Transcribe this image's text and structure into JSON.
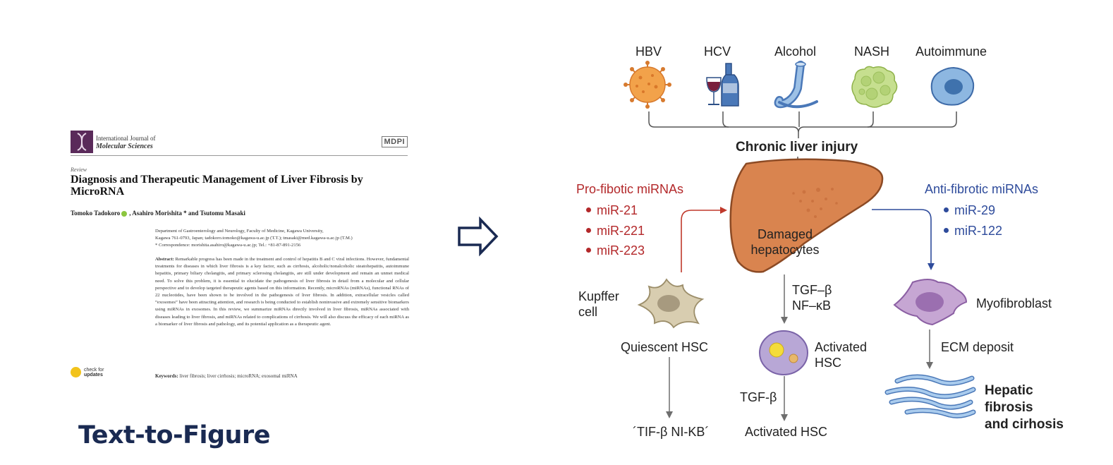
{
  "paper": {
    "journal_line1": "International Journal of",
    "journal_line2": "Molecular Sciences",
    "publisher": "MDPI",
    "article_type": "Review",
    "title": "Diagnosis and Therapeutic Management of Liver Fibrosis by MicroRNA",
    "authors_part1": "Tomoko Tadokoro",
    "authors_part2": ", Asahiro Morishita * and Tsutomu Masaki",
    "affiliation_line1": "Department of Gastroenterology and Neurology, Faculty of Medicine, Kagawa University,",
    "affiliation_line2": "Kagawa 761-0793, Japan; tadokoro.tomoko@kagawa-u.ac.jp (T.T.); tmasaki@med.kagawa-u.ac.jp (T.M.)",
    "affiliation_line3": "*  Correspondence: morishita.asahiro@kagawa-u.ac.jp; Tel.: +81-87-891-2156",
    "abstract_label": "Abstract:",
    "abstract_text": "Remarkable progress has been made in the treatment and control of hepatitis B and C viral infections. However, fundamental treatments for diseases in which liver fibrosis is a key factor, such as cirrhosis, alcoholic/nonalcoholic steatohepatitis, autoimmune hepatitis, primary biliary cholangitis, and primary sclerosing cholangitis, are still under development and remain an unmet medical need. To solve this problem, it is essential to elucidate the pathogenesis of liver fibrosis in detail from a molecular and cellular perspective and to develop targeted therapeutic agents based on this information. Recently, microRNAs (miRNAs), functional RNAs of 22 nucleotides, have been shown to be involved in the pathogenesis of liver fibrosis. In addition, extracellular vesicles called “exosomes” have been attracting attention, and research is being conducted to establish noninvasive and extremely sensitive biomarkers using miRNAs in exosomes.  In this review, we summarize miRNAs directly involved in liver fibrosis, miRNAs associated with diseases leading to liver fibrosis, and miRNAs related to complications of cirrhosis. We will also discuss the efficacy of each miRNA as a biomarker of liver fibrosis and pathology, and its potential application as a therapeutic agent.",
    "check_line1": "check for",
    "check_line2": "updates",
    "keywords_label": "Keywords:",
    "keywords_text": " liver fibrosis; liver cirrhosis; microRNA; exosomal miRNA"
  },
  "caption": "Text-to-Figure",
  "diagram": {
    "causes": [
      "HBV",
      "HCV",
      "Alcohol",
      "NASH",
      "Autoimmune"
    ],
    "injury_label": "Chronic liver injury",
    "liver_label_line1": "Damaged",
    "liver_label_line2": "hepatocytes",
    "pro_title": "Pro-fibotic miRNAs",
    "pro_items": [
      "miR-21",
      "miR-221",
      "miR-223"
    ],
    "anti_title": "Anti-fibrotic miRNAs",
    "anti_items": [
      "miR-29",
      "miR-122"
    ],
    "kupffer_line1": "Kupffer",
    "kupffer_line2": "cell",
    "quiescent": "Quiescent HSC",
    "garbled_label": "´TIF-β NI-KΒ´",
    "tgf_nf_line1": "TGF–β",
    "tgf_nf_line2": "NF–κB",
    "activated_line1": "Activated",
    "activated_line2": "HSC",
    "tgf_b": "TGF-β",
    "activated_hsc": "Activated HSC",
    "myofibroblast": "Myofibroblast",
    "ecm": "ECM deposit",
    "outcome_line1": "Hepatic",
    "outcome_line2": "fibrosis",
    "outcome_line3": "and cirhosis"
  },
  "colors": {
    "pro": "#b3282a",
    "anti": "#2e4b9b",
    "liver": "#d9844f",
    "caption": "#1a2a52"
  }
}
